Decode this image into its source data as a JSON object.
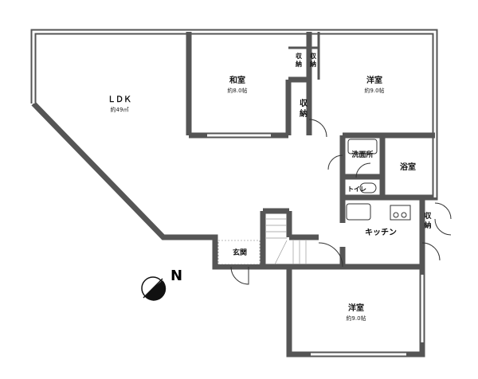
{
  "rooms": {
    "ldk": {
      "name": "ＬＤＫ",
      "size": "約49㎡"
    },
    "washitsu": {
      "name": "和室",
      "size": "約8.0帖"
    },
    "youshitsu_north": {
      "name": "洋室",
      "size": "約9.0帖"
    },
    "youshitsu_south": {
      "name": "洋室",
      "size": "約9.0帖"
    },
    "senmenjo": {
      "name": "洗面所"
    },
    "yokushitsu": {
      "name": "浴室"
    },
    "toilet": {
      "name": "トイレ"
    },
    "kitchen": {
      "name": "キッチン"
    },
    "genkan": {
      "name": "玄関"
    }
  },
  "storage": {
    "label_top": "収",
    "label_bottom": "納"
  },
  "compass": {
    "label": "N"
  }
}
